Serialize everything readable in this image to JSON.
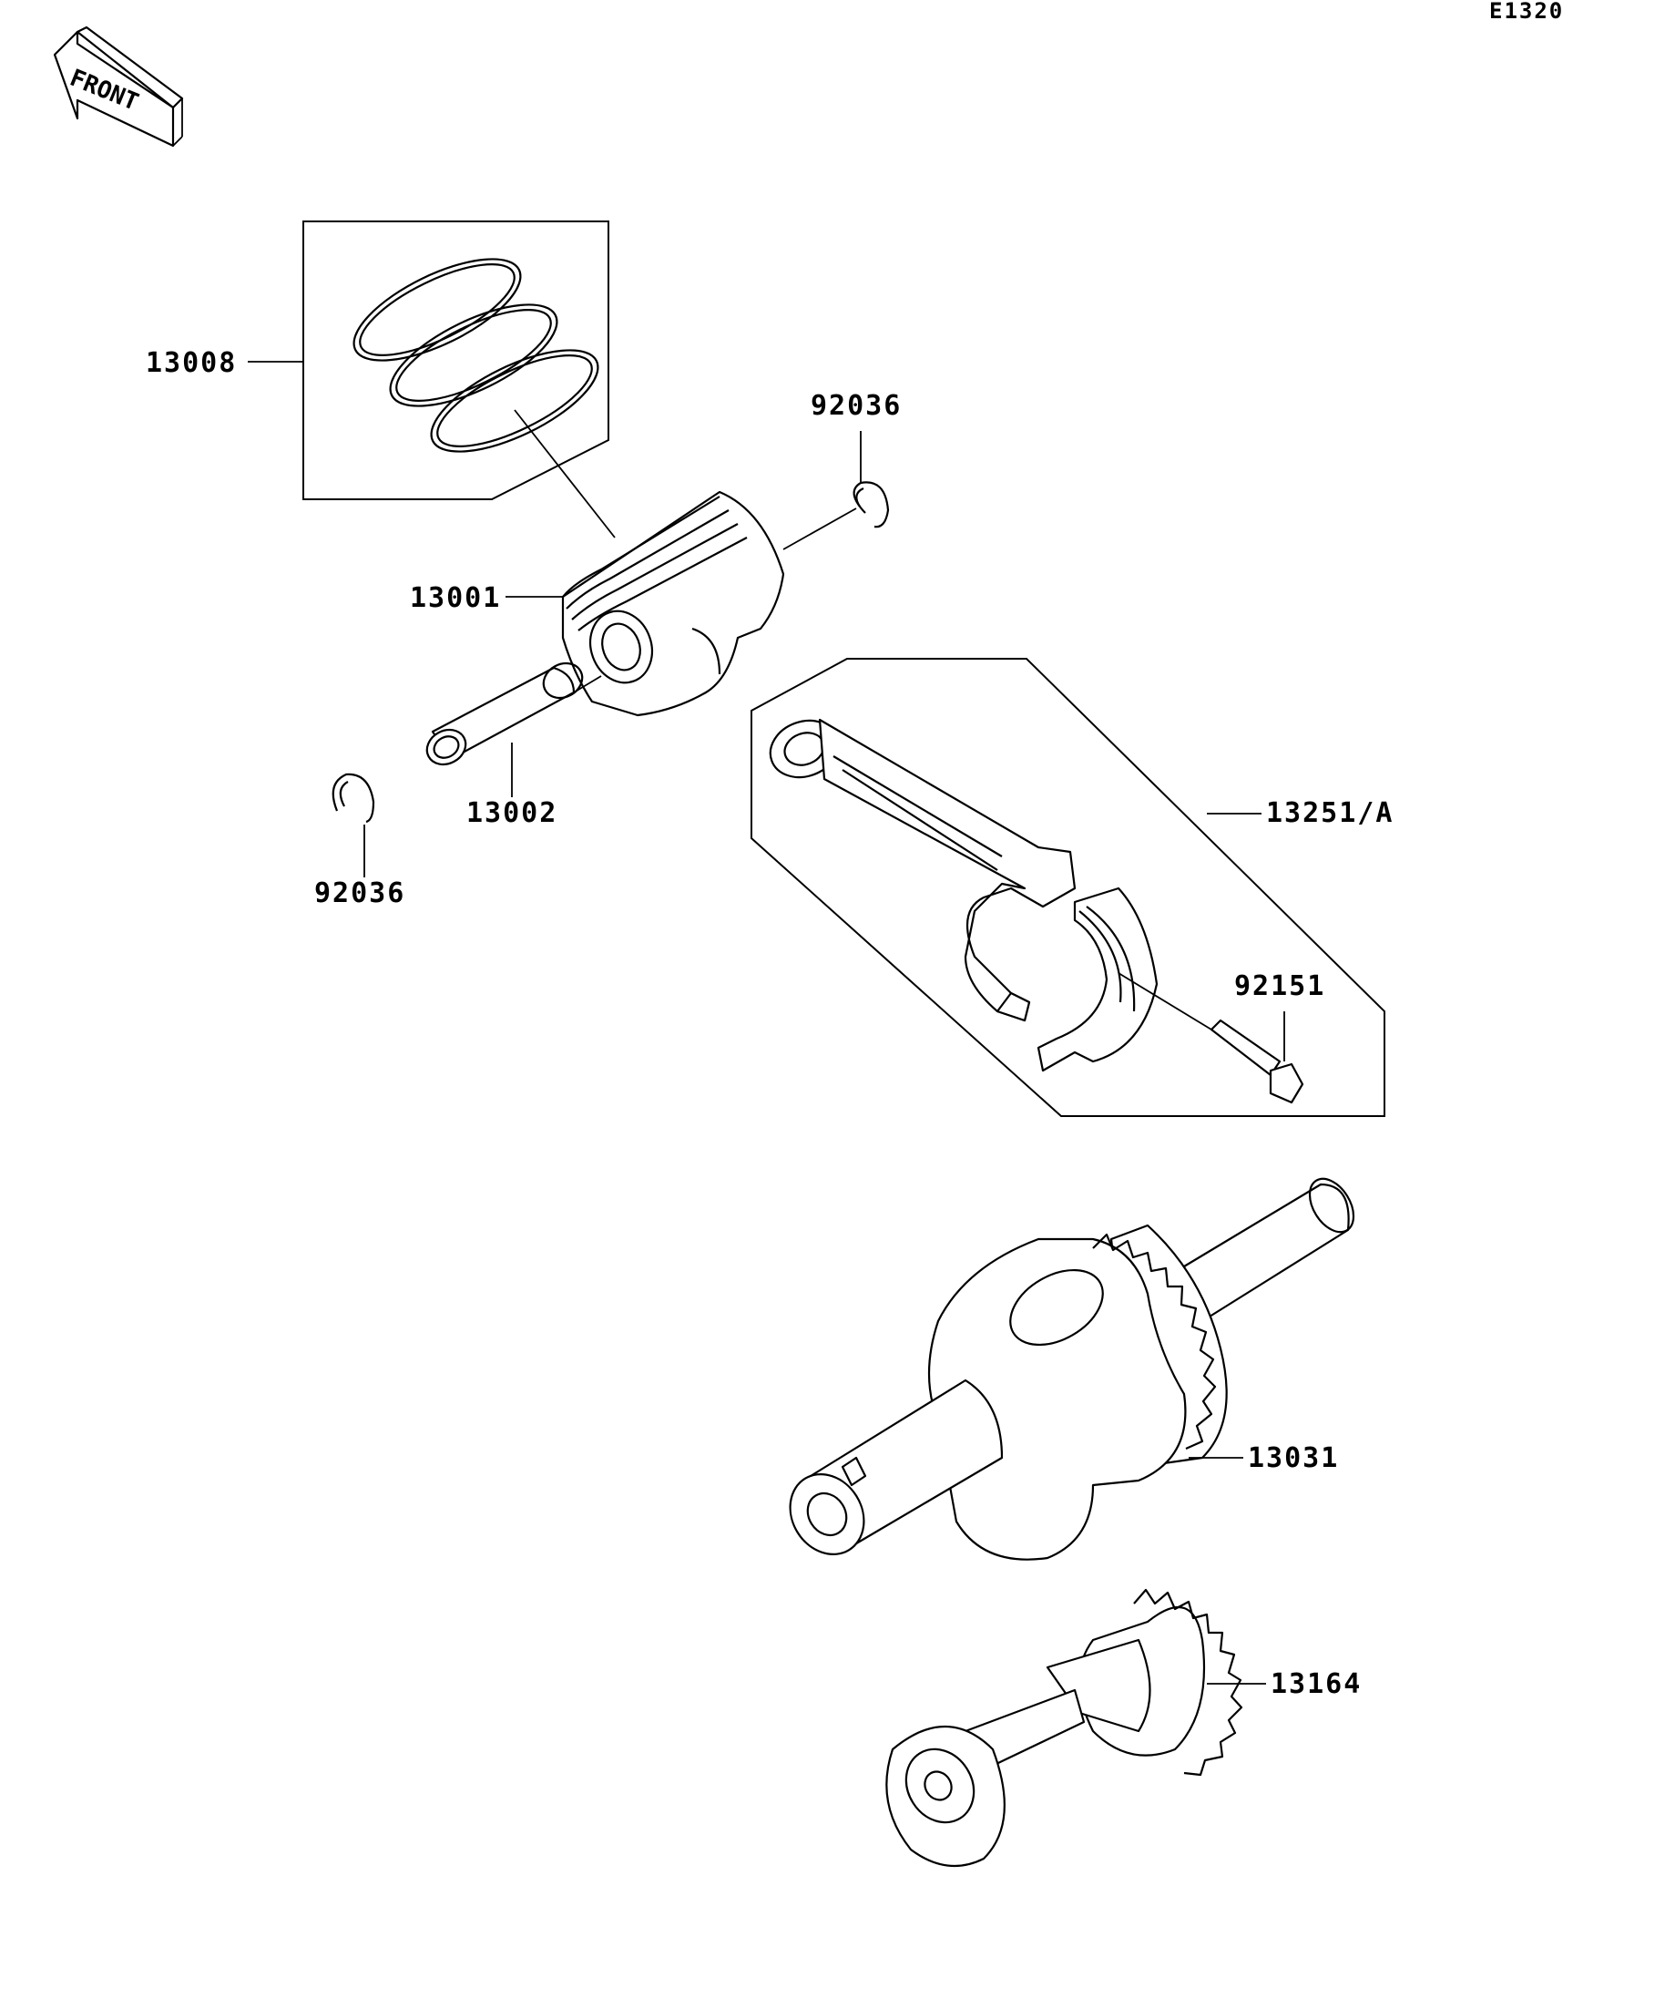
{
  "diagram_code": "E1320",
  "front_label": "FRONT",
  "parts": {
    "rings": "13008",
    "piston": "13001",
    "circlip_top": "92036",
    "pin": "13002",
    "circlip_bottom": "92036",
    "conrod": "13251/A",
    "bolt": "92151",
    "crankshaft": "13031",
    "balancer": "13164"
  }
}
